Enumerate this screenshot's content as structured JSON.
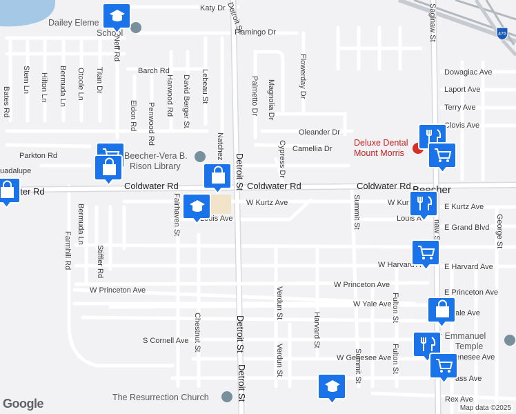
{
  "map": {
    "town": "Beecher",
    "highway_shield": "475",
    "attribution": "Map data ©2025",
    "logo": "Google",
    "colors": {
      "background": "#f2f2f4",
      "road": "#ffffff",
      "road_edge": "#c9ccd1",
      "major_road": "#e0e3e8",
      "water": "#a4c8e6",
      "marker": "#1a73e8",
      "poi_red": "#d93025"
    },
    "streets": {
      "katy": "Katy Dr",
      "flamingo": "Flamingo Dr",
      "barch": "Barch Rd",
      "dowagiac": "Dowagiac Ave",
      "laport": "Laport Ave",
      "terry": "Terry Ave",
      "clovis": "Clovis Ave",
      "oleander": "Oleander Dr",
      "camellia": "Camellia Dr",
      "parkton": "Parkton Rd",
      "guadalupe": "uadalupe",
      "coldwater_w": "ater Rd",
      "coldwater_1": "Coldwater Rd",
      "coldwater_2": "Coldwater Rd",
      "coldwater_3": "Coldwater Rd",
      "kurtz_w": "W Kurtz Ave",
      "kurtz_e_w": "W Kurtz",
      "kurtz_e": "E Kurtz Ave",
      "louis_w": "Louis Ave",
      "louis_e": "Louis A",
      "grand_blvd": "E Grand Blvd",
      "harvard_w": "W Harvard A",
      "harvard_e": "E Harvard Ave",
      "princeton_w": "W Princeton Ave",
      "princeton_w2": "W Princeton Ave",
      "princeton_e": "E Princeton Ave",
      "yale_w": "W Yale Ave",
      "yale_e": "ale Ave",
      "cornell": "S Cornell Ave",
      "genesee_w": "W Genesee Ave",
      "genesee_e": "enesee Ave",
      "cass": "ass Ave",
      "rex": "Rex Ave",
      "detroit_top": "Detroit St",
      "detroit_1": "Detroit St",
      "detroit_2": "Detroit St",
      "detroit_3": "Detroit St",
      "saginaw_top": "Saginaw St",
      "saginaw_mid": "naw St",
      "neff": "Neff Rd",
      "stem": "Stem Ln",
      "hilton": "Hilton Ln",
      "bermuda_top": "Bermuda Ln",
      "otoole": "Otoole Ln",
      "titan": "Titan Dr",
      "bates": "Bates Rd",
      "harwood": "Harwood Rd",
      "david_berger": "David Berger St",
      "lebeau": "Lebeau St",
      "eldon": "Eldon Rd",
      "penwood": "Penwood Rd",
      "palmetto": "Palmetto Dr",
      "magnolia": "Magnolia Dr",
      "flowerday": "Flowerday Dr",
      "cypress": "Cypress Dr",
      "natchez": "Natchez",
      "fairhaven": "Fairhaven St",
      "bermuda_bottom": "Bermuda Ln",
      "farmhill": "Farmhill Rd",
      "stiffler": "Stiffler Rd",
      "chestnut": "Chestnut St",
      "verdun_1": "Verdun St",
      "verdun_2": "Verdun St",
      "harvard_st": "Harvard St",
      "summit_1": "Summit St",
      "summit_2": "Summit St",
      "fulton_1": "Fulton St",
      "fulton_2": "Fulton St",
      "george": "George St"
    },
    "pois": {
      "dailey_school": "Dailey Eleme",
      "dailey_school_2": "School",
      "library_1": "Beecher-Vera B.",
      "library_2": "Rison Library",
      "dentist_1": "Deluxe Dental",
      "dentist_2": "Mount Morris",
      "church_resurrection": "The Resurrection Church",
      "church_emmanuel_1": "er Emmanuel",
      "church_emmanuel_2": "Temple"
    },
    "markers": [
      {
        "icon": "school-icon"
      },
      {
        "icon": "grocery-icon"
      },
      {
        "icon": "shopping-bag-icon"
      },
      {
        "icon": "shopping-bag-icon"
      },
      {
        "icon": "shopping-bag-icon"
      },
      {
        "icon": "school-icon"
      },
      {
        "icon": "restaurant-icon"
      },
      {
        "icon": "grocery-icon"
      },
      {
        "icon": "restaurant-icon"
      },
      {
        "icon": "grocery-icon"
      },
      {
        "icon": "shopping-bag-icon"
      },
      {
        "icon": "restaurant-icon"
      },
      {
        "icon": "grocery-icon"
      },
      {
        "icon": "school-icon"
      }
    ]
  }
}
